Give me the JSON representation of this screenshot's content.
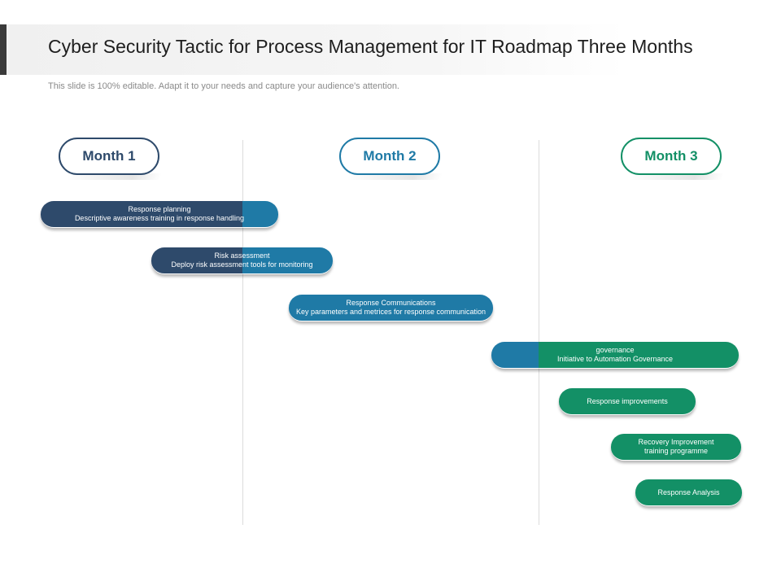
{
  "header": {
    "title": "Cyber Security Tactic for Process Management for IT Roadmap Three Months",
    "subtitle": "This slide is 100% editable. Adapt it to your needs and capture your audience's attention."
  },
  "colors": {
    "month1": "#2e4a6b",
    "month2": "#1f7aa6",
    "month3": "#139066"
  },
  "months": [
    {
      "label": "Month 1"
    },
    {
      "label": "Month 2"
    },
    {
      "label": "Month 3"
    }
  ],
  "tasks": [
    {
      "line1": "Response planning",
      "line2": "Descriptive awareness training in response handling"
    },
    {
      "line1": "Risk assessment",
      "line2": "Deploy risk assessment tools for monitoring"
    },
    {
      "line1": "Response Communications",
      "line2": "Key parameters and metrices for response communication"
    },
    {
      "line1": "governance",
      "line2": "Initiative to Automation Governance"
    },
    {
      "line1": "Response improvements",
      "line2": ""
    },
    {
      "line1": "Recovery Improvement",
      "line2": "training programme"
    },
    {
      "line1": "Response Analysis",
      "line2": ""
    }
  ]
}
